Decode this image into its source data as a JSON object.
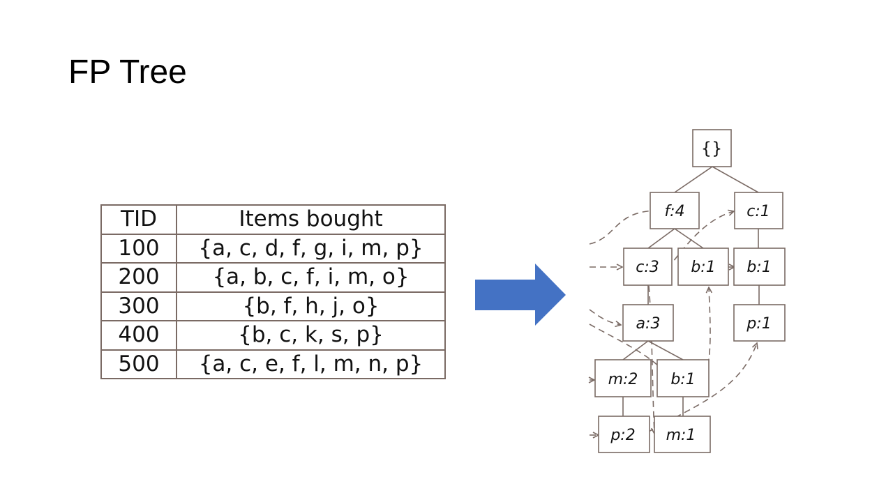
{
  "slide": {
    "title": "FP Tree"
  },
  "transactions": {
    "headers": [
      "TID",
      "Items bought"
    ],
    "rows": [
      {
        "tid": "100",
        "items": "{a, c, d, f, g, i, m, p}"
      },
      {
        "tid": "200",
        "items": "{a, b, c, f, i, m, o}"
      },
      {
        "tid": "300",
        "items": "{b, f, h, j, o}"
      },
      {
        "tid": "400",
        "items": "{b, c, k, s, p}"
      },
      {
        "tid": "500",
        "items": "{a, c, e, f, l, m, n, p}"
      }
    ]
  },
  "arrow": {
    "color": "#4472C4"
  },
  "tree": {
    "line_color": "#7a6a64",
    "nodes": {
      "root": "{}",
      "f4": "f:4",
      "c1": "c:1",
      "c3": "c:3",
      "b1_f": "b:1",
      "b1_c": "b:1",
      "a3": "a:3",
      "p1_c": "p:1",
      "m2": "m:2",
      "b1_a": "b:1",
      "p2": "p:2",
      "m1": "m:1"
    }
  }
}
